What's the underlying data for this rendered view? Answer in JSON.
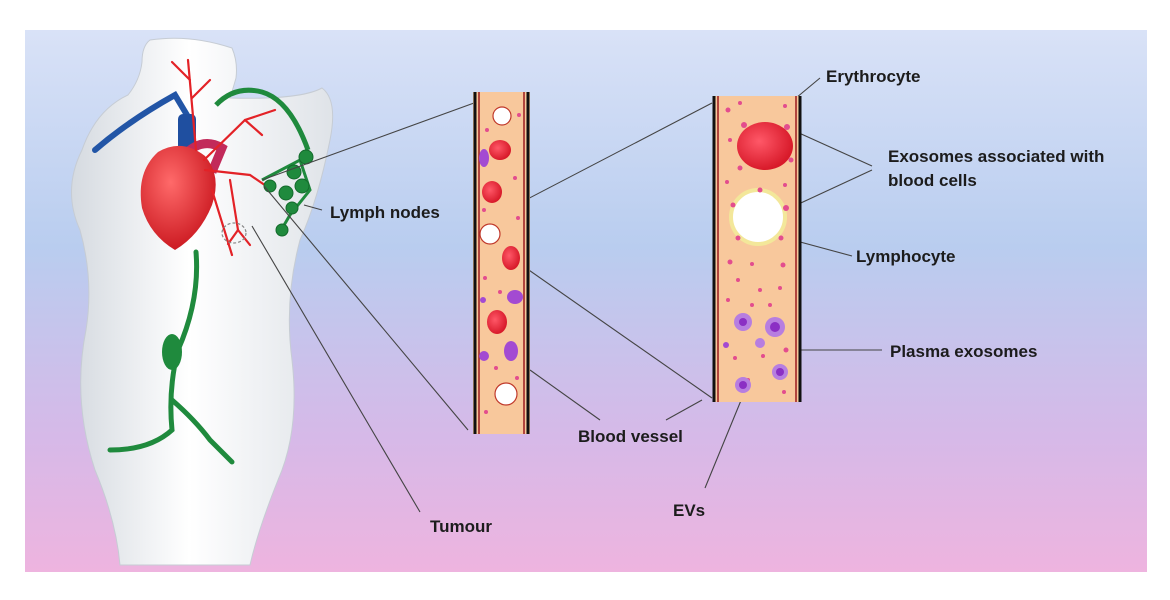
{
  "labels": {
    "lymph_nodes": "Lymph nodes",
    "tumour": "Tumour",
    "blood_vessel": "Blood vessel",
    "erythrocyte": "Erythrocyte",
    "exosomes_blood_cells_line1": "Exosomes associated with",
    "exosomes_blood_cells_line2": "blood cells",
    "lymphocyte": "Lymphocyte",
    "plasma_exosomes": "Plasma exosomes",
    "evs": "EVs"
  },
  "colors": {
    "plasma": "#f8c89c",
    "vessel_wall": "#9a1b1e",
    "erythrocyte": "#e82a3a",
    "lymphocyte": "#ffffff",
    "ev": "#a34ad2",
    "exosome": "#e34d8e",
    "lymph": "#1f8a3d",
    "artery": "#e32227",
    "vein": "#2255a6"
  }
}
